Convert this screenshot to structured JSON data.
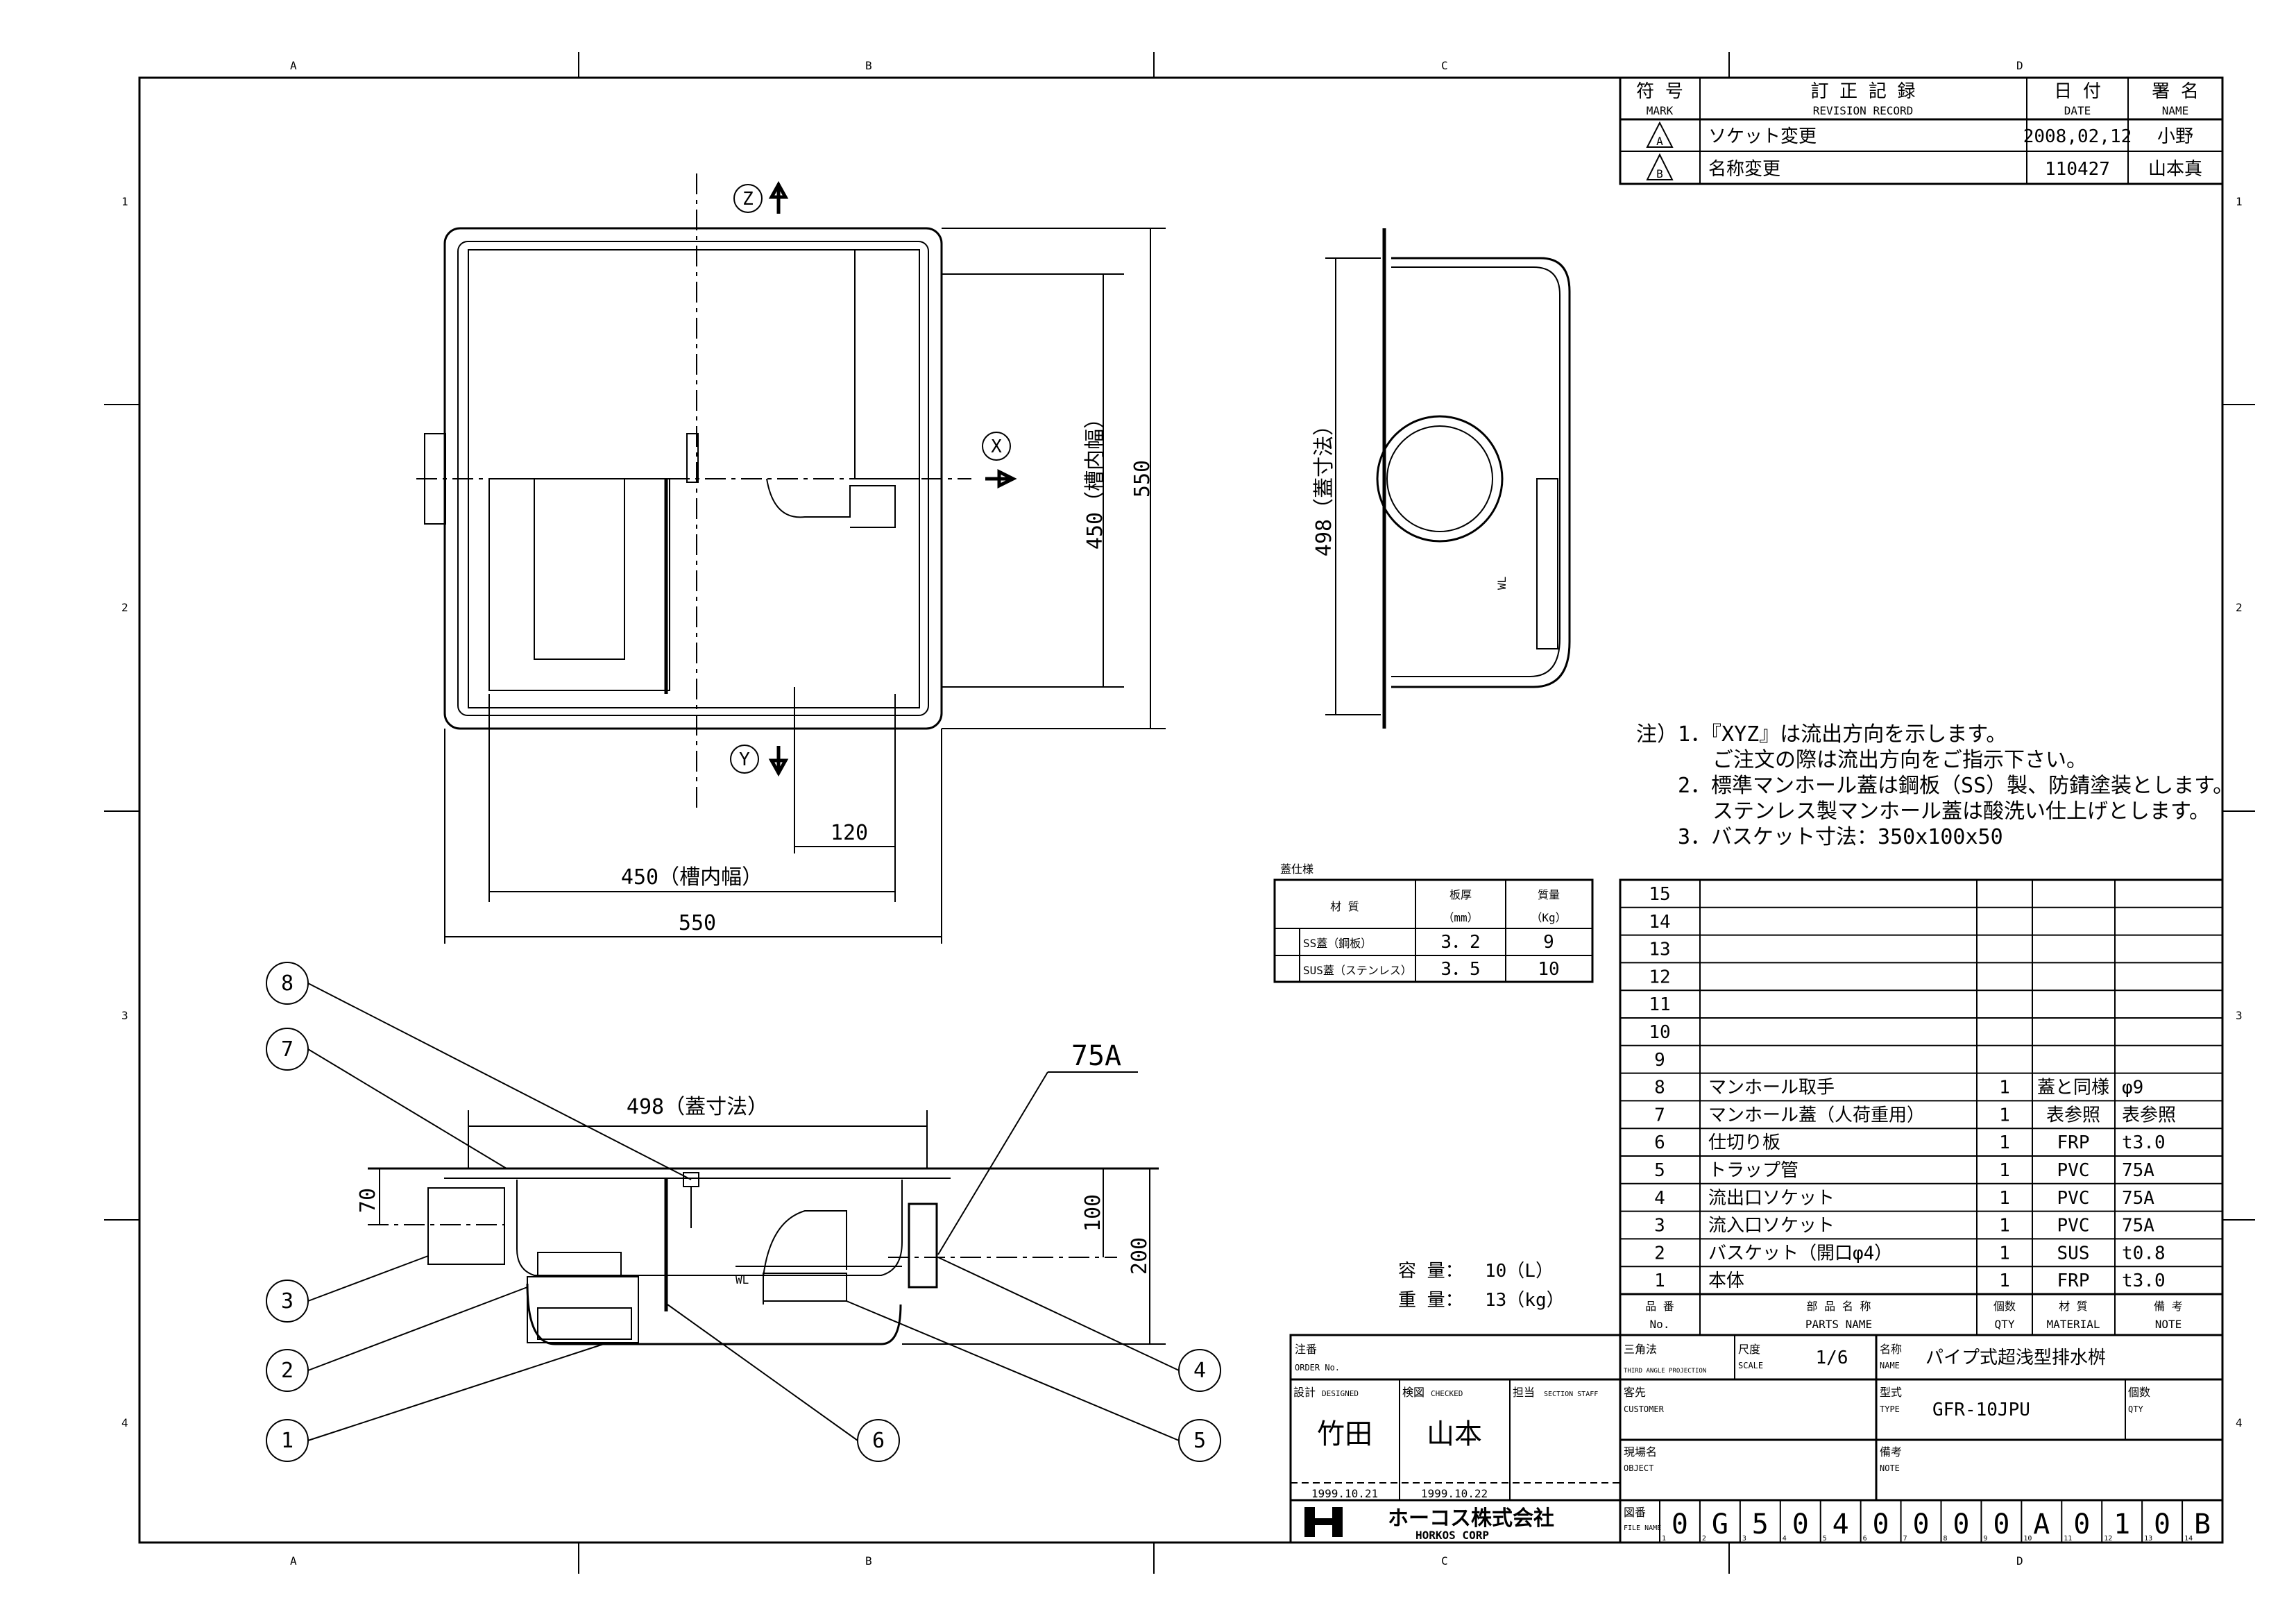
{
  "zones": {
    "cols": [
      "A",
      "B",
      "C",
      "D"
    ],
    "rows": [
      "1",
      "2",
      "3",
      "4"
    ]
  },
  "revision": {
    "headers": {
      "mark_jp": "符 号",
      "mark_en": "MARK",
      "record_jp": "訂 正 記 録",
      "record_en": "REVISION RECORD",
      "date_jp": "日 付",
      "date_en": "DATE",
      "name_jp": "署 名",
      "name_en": "NAME"
    },
    "rows": [
      {
        "mark": "A",
        "record": "ソケット変更",
        "date": "2008,02,12",
        "name": "小野"
      },
      {
        "mark": "B",
        "record": "名称変更",
        "date": "110427",
        "name": "山本真"
      }
    ]
  },
  "top_view": {
    "dir_z": "Z",
    "dir_x": "X",
    "dir_y": "Y",
    "dim_inner_v": "450（槽内幅）",
    "dim_outer_v": "550",
    "dim_offset": "120",
    "dim_inner_h": "450（槽内幅）",
    "dim_outer_h": "550"
  },
  "side_view": {
    "dim_lid": "498（蓋寸法）",
    "wl": "WL"
  },
  "notes": {
    "prefix": "注）",
    "lines": [
      "1．『XYZ』は流出方向を示します。",
      "ご注文の際は流出方向をご指示下さい。",
      "2．標準マンホール蓋は鋼板（SS）製、防錆塗装とします。",
      "ステンレス製マンホール蓋は酸洗い仕上げとします。",
      "3．バスケット寸法：350x100x50"
    ]
  },
  "lid_spec": {
    "title": "蓋仕様",
    "headers": {
      "material": "材 質",
      "thickness": "板厚",
      "thickness_unit": "（mm）",
      "mass": "質量",
      "mass_unit": "（Kg）"
    },
    "rows": [
      {
        "material": "SS蓋（鋼板）",
        "thickness": "3．2",
        "mass": "9"
      },
      {
        "material": "SUS蓋（ステンレス）",
        "thickness": "3．5",
        "mass": "10"
      }
    ]
  },
  "section_view": {
    "dim_lid": "498（蓋寸法）",
    "dim_70": "70",
    "dim_100": "100",
    "dim_200": "200",
    "pipe": "75A",
    "wl": "WL",
    "balloons": [
      "1",
      "2",
      "3",
      "4",
      "5",
      "6",
      "7",
      "8"
    ]
  },
  "capacity": {
    "volume_label": "容 量：",
    "volume": "10（L）",
    "weight_label": "重 量：",
    "weight": "13（kg）"
  },
  "parts": {
    "headers": {
      "no_jp": "品 番",
      "no_en": "No.",
      "name_jp": "部 品 名 称",
      "name_en": "PARTS NAME",
      "qty_jp": "個数",
      "qty_en": "QTY",
      "mat_jp": "材 質",
      "mat_en": "MATERIAL",
      "note_jp": "備 考",
      "note_en": "NOTE"
    },
    "rows": [
      {
        "no": "15",
        "name": "",
        "qty": "",
        "material": "",
        "note": ""
      },
      {
        "no": "14",
        "name": "",
        "qty": "",
        "material": "",
        "note": ""
      },
      {
        "no": "13",
        "name": "",
        "qty": "",
        "material": "",
        "note": ""
      },
      {
        "no": "12",
        "name": "",
        "qty": "",
        "material": "",
        "note": ""
      },
      {
        "no": "11",
        "name": "",
        "qty": "",
        "material": "",
        "note": ""
      },
      {
        "no": "10",
        "name": "",
        "qty": "",
        "material": "",
        "note": ""
      },
      {
        "no": "9",
        "name": "",
        "qty": "",
        "material": "",
        "note": ""
      },
      {
        "no": "8",
        "name": "マンホール取手",
        "qty": "1",
        "material": "蓋と同様",
        "note": "φ9"
      },
      {
        "no": "7",
        "name": "マンホール蓋（人荷重用）",
        "qty": "1",
        "material": "表参照",
        "note": "表参照"
      },
      {
        "no": "6",
        "name": "仕切り板",
        "qty": "1",
        "material": "FRP",
        "note": "t3.0"
      },
      {
        "no": "5",
        "name": "トラップ管",
        "qty": "1",
        "material": "PVC",
        "note": "75A"
      },
      {
        "no": "4",
        "name": "流出口ソケット",
        "qty": "1",
        "material": "PVC",
        "note": "75A"
      },
      {
        "no": "3",
        "name": "流入口ソケット",
        "qty": "1",
        "material": "PVC",
        "note": "75A"
      },
      {
        "no": "2",
        "name": "バスケット（開口φ4）",
        "qty": "1",
        "material": "SUS",
        "note": "t0.8"
      },
      {
        "no": "1",
        "name": "本体",
        "qty": "1",
        "material": "FRP",
        "note": "t3.0"
      }
    ]
  },
  "title_block": {
    "order_jp": "注番",
    "order_en": "ORDER No.",
    "projection_jp": "三角法",
    "projection_en": "THIRD ANGLE PROJECTION",
    "scale_jp": "尺度",
    "scale_en": "SCALE",
    "scale": "1/6",
    "name_jp": "名称",
    "name_en": "NAME",
    "name": "パイプ式超浅型排水桝",
    "designed_jp": "設計",
    "designed_en": "DESIGNED",
    "designer": "竹田",
    "designed_date": "1999.10.21",
    "checked_jp": "検図",
    "checked_en": "CHECKED",
    "checker": "山本",
    "checked_date": "1999.10.22",
    "section_jp": "担当",
    "section_en": "SECTION STAFF",
    "customer_jp": "客先",
    "customer_en": "CUSTOMER",
    "type_jp": "型式",
    "type_en": "TYPE",
    "type": "GFR-10JPU",
    "qty_jp": "個数",
    "qty_en": "QTY",
    "object_jp": "現場名",
    "object_en": "OBJECT",
    "note_jp": "備考",
    "note_en": "NOTE",
    "company_jp": "ホーコス株式会社",
    "company_en": "HORKOS CORP",
    "drawing_no_jp": "図番",
    "drawing_no_en": "FILE NAME",
    "drawing_no": [
      "0",
      "G",
      "5",
      "0",
      "4",
      "0",
      "0",
      "0",
      "0",
      "A",
      "0",
      "1",
      "0",
      "B"
    ]
  }
}
